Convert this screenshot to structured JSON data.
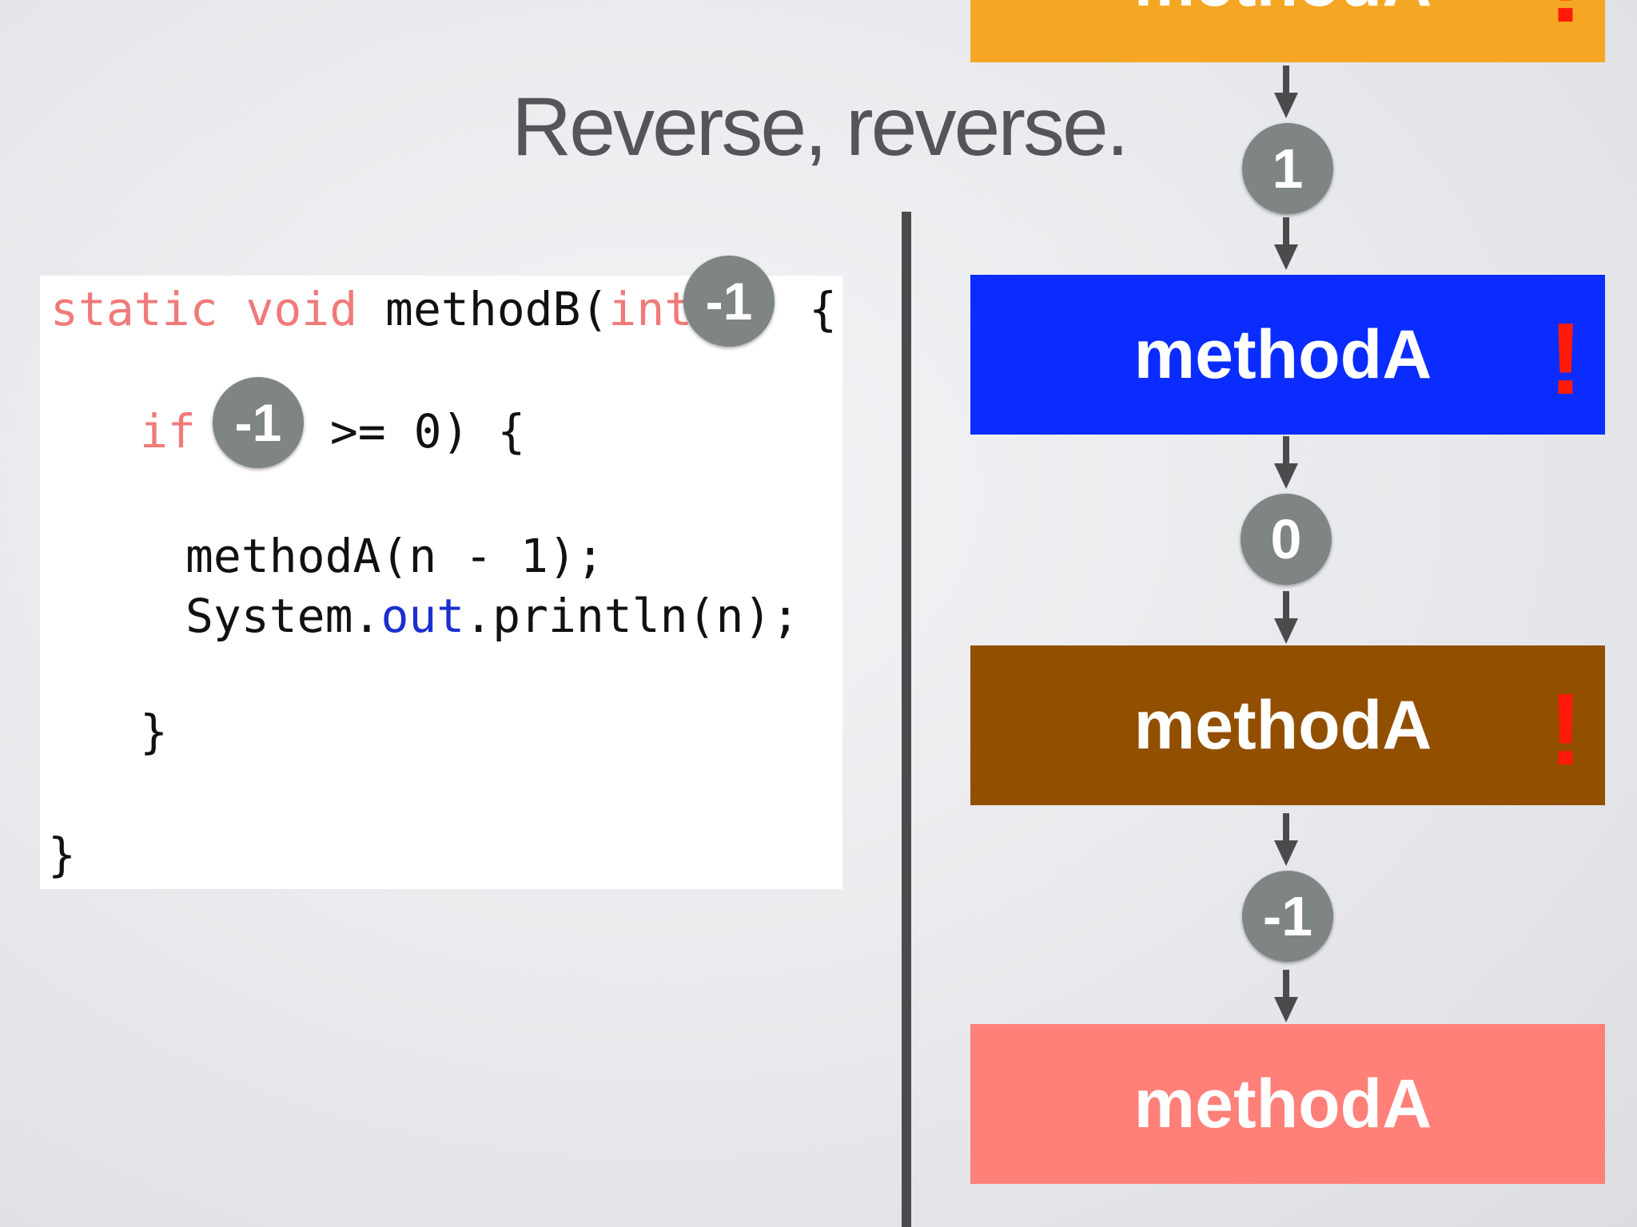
{
  "slide": {
    "title": "Reverse, reverse."
  },
  "code": {
    "line1": {
      "kw1": "static",
      "kw2": "void",
      "name": "methodB(",
      "kw3": "int",
      "brace": "{"
    },
    "line2": {
      "kw": "if",
      "rest": ">= 0) {"
    },
    "line3": "methodA(n - 1);",
    "line4": {
      "prefix": "System.",
      "field": "out",
      "suffix": ".println(n);"
    },
    "line5": "}",
    "line6": "}",
    "param_badge": "-1",
    "cond_badge": "-1"
  },
  "stack": {
    "frames": [
      {
        "label": "methodA",
        "color": "#f5a623",
        "mark": "!"
      },
      {
        "label": "methodA",
        "color": "#0a2cff",
        "mark": "!"
      },
      {
        "label": "methodA",
        "color": "#924f00",
        "mark": "!"
      },
      {
        "label": "methodA",
        "color": "#ff7f79",
        "mark": ""
      }
    ],
    "values": [
      "1",
      "0",
      "-1"
    ]
  },
  "colors": {
    "keyword": "#f07a7a",
    "field": "#1c2fd0",
    "badge": "#7f8584",
    "exclamation": "#ff1a0a"
  }
}
